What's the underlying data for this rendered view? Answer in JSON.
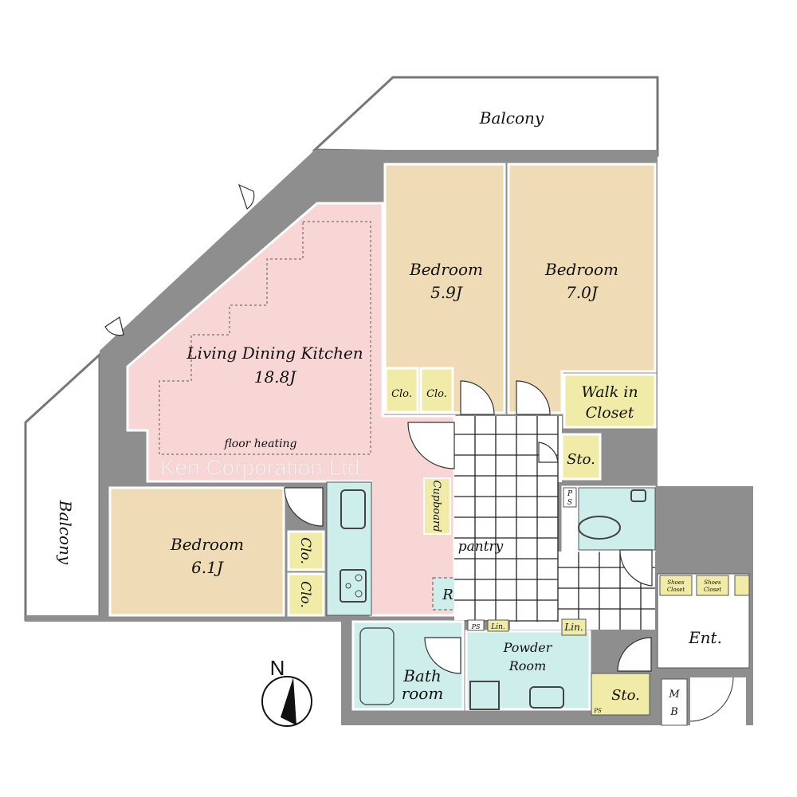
{
  "rooms": {
    "balcony_top": "Balcony",
    "balcony_left": "Balcony",
    "ldk": {
      "name": "Living Dining Kitchen",
      "size": "18.8J",
      "note": "floor heating"
    },
    "bedroom1": {
      "name": "Bedroom",
      "size": "5.9J"
    },
    "bedroom2": {
      "name": "Bedroom",
      "size": "7.0J"
    },
    "bedroom3": {
      "name": "Bedroom",
      "size": "6.1J"
    },
    "walk_in_closet": [
      "Walk in",
      "Closet"
    ],
    "storage": "Sto.",
    "storage2": "Sto.",
    "closet": "Clo.",
    "cupboard": "Cupboard",
    "pantry": "pantry",
    "refrigerator": "R",
    "bathroom": [
      "Bath",
      "room"
    ],
    "powder_room": [
      "Powder",
      "Room"
    ],
    "linen": "Lin.",
    "pipe_space": "PS",
    "pipe_space_vertical": [
      "P",
      "S"
    ],
    "shoes_closet": [
      "Shoes",
      "Closet"
    ],
    "entrance": "Ent.",
    "meter_box": [
      "M",
      "B"
    ]
  },
  "compass": "N",
  "watermark": "Ken Corporation Ltd.",
  "colors": {
    "wall": "#8e8e8e",
    "ldk": "#f8d6d6",
    "bedroom": "#efdcb6",
    "storage": "#f1eba8",
    "wet": "#cdeeea"
  }
}
